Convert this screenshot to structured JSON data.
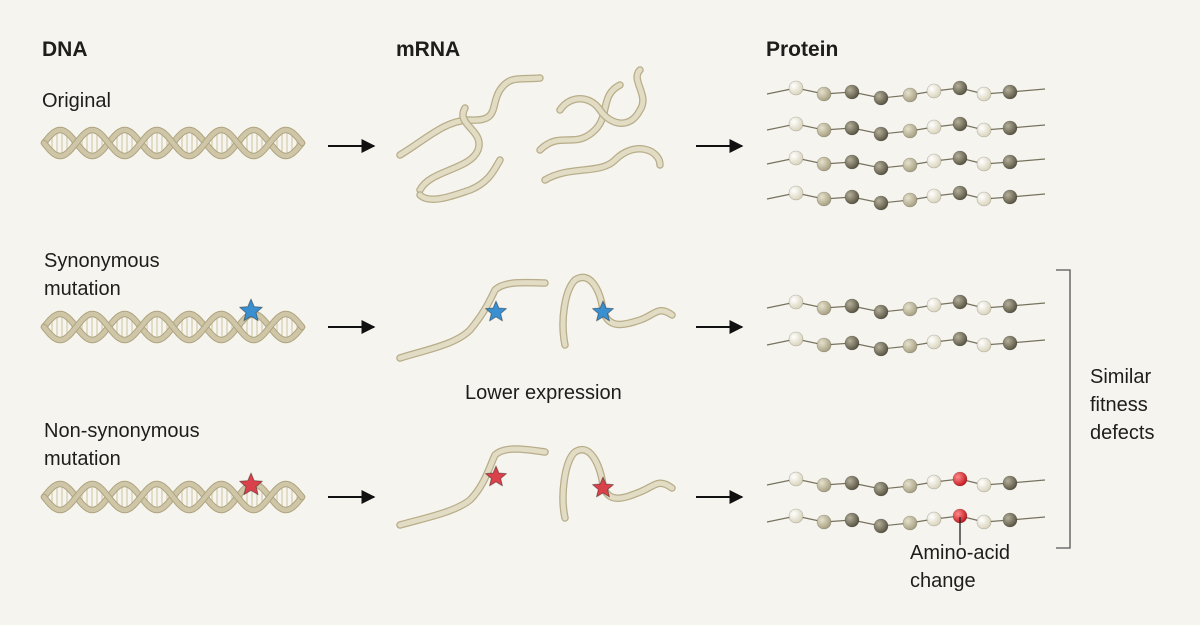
{
  "colors": {
    "background": "#f6f4ee",
    "strand": "#cfc6a8",
    "strand_edge": "#aea47f",
    "bead_light": "#e4dfc9",
    "bead_mid": "#b9b295",
    "bead_dark": "#6e6a58",
    "synonymous_star": "#3a8fd0",
    "nonsynonymous_star": "#d9424a",
    "changed_amino_acid": "#d3242c",
    "arrow": "#111111"
  },
  "headers": {
    "dna": "DNA",
    "mrna": "mRNA",
    "protein": "Protein"
  },
  "rows": {
    "original": {
      "label": "Original"
    },
    "synonymous": {
      "label": "Synonymous\nmutation",
      "mrna_note": "Lower expression"
    },
    "nonsynonymous": {
      "label": "Non-synonymous\nmutation",
      "protein_note": "Amino-acid\nchange"
    }
  },
  "bracket_label": "Similar\nfitness\ndefects",
  "icons": {
    "synonymous_marker": "blue-star-icon",
    "nonsynonymous_marker": "red-star-icon",
    "arrow": "right-arrow-icon"
  }
}
